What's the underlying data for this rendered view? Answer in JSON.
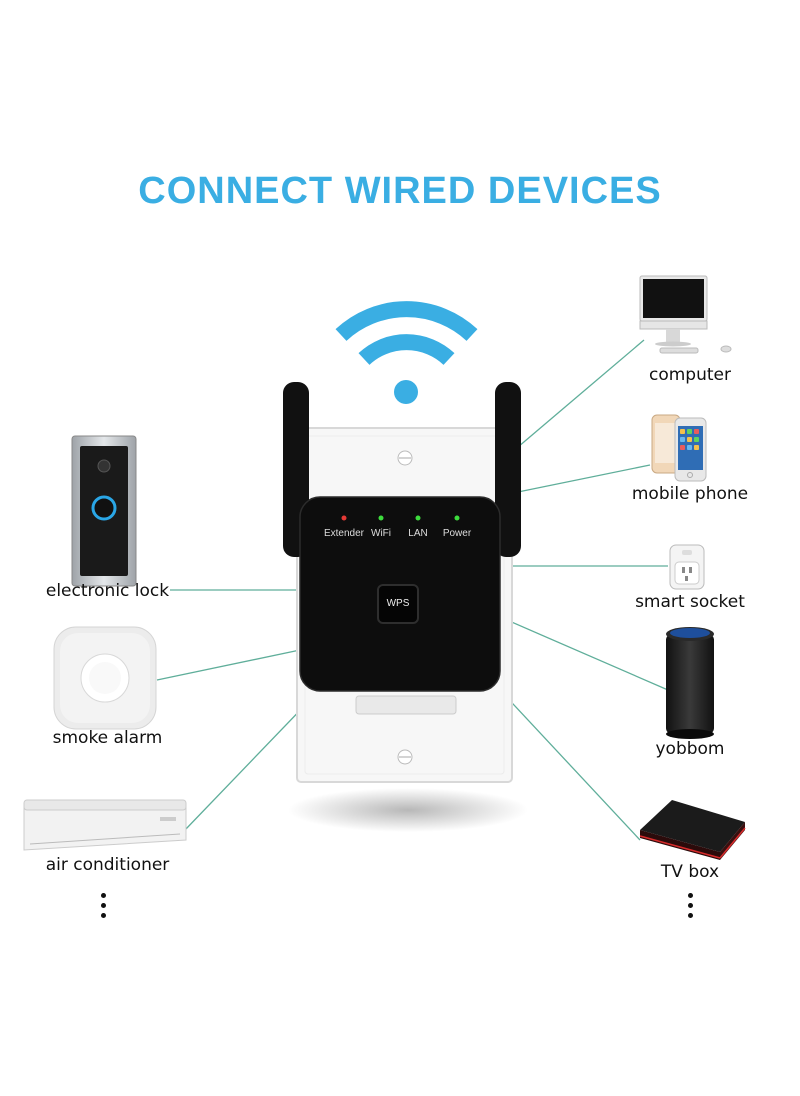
{
  "header": {
    "title": "CONNECT WIRED DEVICES"
  },
  "device": {
    "leds": [
      {
        "label": "Extender",
        "color": "#e53935"
      },
      {
        "label": "WiFi",
        "color": "#3ddc3d"
      },
      {
        "label": "LAN",
        "color": "#3ddc3d"
      },
      {
        "label": "Power",
        "color": "#3ddc3d"
      }
    ],
    "wps_label": "WPS"
  },
  "left_devices": [
    {
      "label": "electronic lock",
      "icon": "doorbell-icon"
    },
    {
      "label": "smoke alarm",
      "icon": "smoke-alarm-icon"
    },
    {
      "label": "air conditioner",
      "icon": "air-conditioner-icon"
    }
  ],
  "right_devices": [
    {
      "label": "computer",
      "icon": "computer-icon"
    },
    {
      "label": "mobile phone",
      "icon": "mobile-phone-icon"
    },
    {
      "label": "smart socket",
      "icon": "smart-socket-icon"
    },
    {
      "label": "yobbom",
      "icon": "smart-speaker-icon"
    },
    {
      "label": "TV box",
      "icon": "tv-box-icon"
    }
  ],
  "colors": {
    "title": "#3aaee3",
    "wifi": "#3aaee3",
    "connector": "#5fae9a"
  }
}
